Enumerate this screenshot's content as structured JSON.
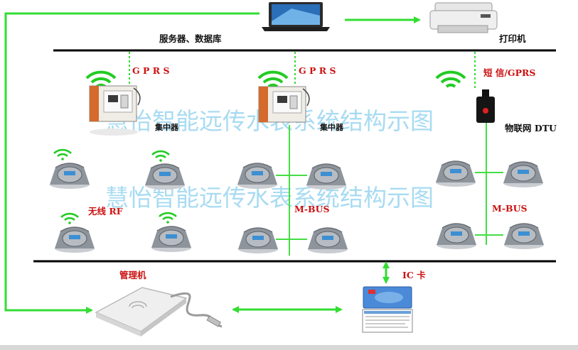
{
  "labels": {
    "server": "服务器、数据库",
    "printer": "打印机",
    "gprs_left": "G P R S",
    "gprs_mid": "G P R S",
    "sms_gprs": "短 信/GPRS",
    "concentrator_left": "集中器",
    "concentrator_mid": "集中器",
    "iot_dtu": "物联网 DTU",
    "wireless_rf": "无线 RF",
    "mbus_mid": "M-BUS",
    "mbus_right": "M-BUS",
    "manager": "管理机",
    "ic_card": "IC 卡"
  },
  "watermark": {
    "text_top": "慧怡智能远传水表系统结构示图",
    "text_mid": "慧怡智能远传水表系统结构示图"
  },
  "colors": {
    "green_line": "#33dd33",
    "bus_line": "#000000",
    "label_red": "#cc1111",
    "watermark_blue": "#60bee8"
  }
}
